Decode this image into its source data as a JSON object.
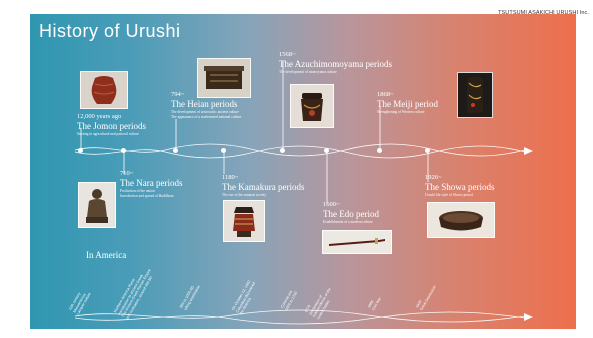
{
  "credit": "TSUTSUMI ASAKICHI URUSHI Inc.",
  "title": "History of Urushi",
  "eras": [
    {
      "date": "12,000 years ago",
      "name": "The Jomon periods",
      "sub": "Starting in agricultural and pastoral culture",
      "icon": "jomon-pot-image"
    },
    {
      "date": "710~",
      "name": "The Nara periods",
      "sub": "Production of the nation\nIntroduction and spread of Buddhism",
      "icon": "nara-buddha-statue-image"
    },
    {
      "date": "794~",
      "name": "The Heian periods",
      "sub": "The development of aristocratic ancient culture\nThe appearance of a modernized national culture",
      "icon": "heian-lacquer-box-image"
    },
    {
      "date": "1180~",
      "name": "The Kamakura periods",
      "sub": "The rise of the samurai society",
      "icon": "kamakura-armor-image"
    },
    {
      "date": "1568~",
      "name": "The Azuchimomoyama periods",
      "sub": "The development of momoyama culture",
      "icon": "azuchimomoyama-lacquer-jar-image"
    },
    {
      "date": "1600~",
      "name": "The Edo period",
      "sub": "Establishment of a modern culture",
      "icon": "edo-sword-scabbard-image"
    },
    {
      "date": "1868~",
      "name": "The Meiji period",
      "sub": "Strengthening of Western culture",
      "icon": "meiji-lacquer-case-image"
    },
    {
      "date": "1926~",
      "name": "The Showa periods",
      "sub": "Urushi life style of Showa period",
      "icon": "showa-lacquer-bowl-image"
    }
  ],
  "america": {
    "heading": "In America",
    "items": [
      "12th century\nMesoamerica\nLacquer culture",
      "Northern America Rome\nIntroduction to ancient Greek\nThe Ancient Greek Roman Empire\nand civilisation, around 400 BC",
      "800 to 1000 AD\nViking exploration",
      "On October 12, 1492\nColumbus discovered\nthe America",
      "Colonial era\n1600 to 1700",
      "1776\nDeclaration of\nIndependence of the\nUnited States",
      "1865\nCivil War",
      "1929\nGreat Depression"
    ]
  }
}
